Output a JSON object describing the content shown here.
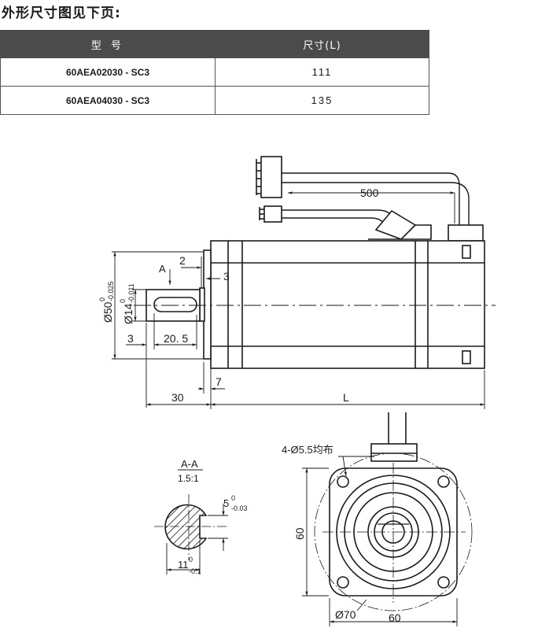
{
  "page": {
    "title": "外形尺寸图见下页:"
  },
  "table": {
    "headers": [
      "型 号",
      "尺寸(L)"
    ],
    "rows": [
      {
        "model": "60AEA02030 - SC3",
        "length": "111"
      },
      {
        "model": "60AEA04030 - SC3",
        "length": "135"
      }
    ]
  },
  "drawing": {
    "side_view": {
      "cable_length": "500",
      "dim_2": "2",
      "dim_3_top": "3",
      "section_mark": "A",
      "dim_3_bottom": "3",
      "dim_20_5": "20. 5",
      "dim_7": "7",
      "dim_30": "30",
      "dim_L": "L",
      "diameter_50": "Ø50",
      "diameter_50_upper": "0",
      "diameter_50_lower": "-0.025",
      "diameter_14": "Ø14",
      "diameter_14_upper": "0",
      "diameter_14_lower": "-0.011"
    },
    "section": {
      "title": "A-A",
      "scale": "1.5:1",
      "key_width": "5",
      "key_width_upper": "0",
      "key_width_lower": "-0.03",
      "depth": "11",
      "depth_upper": "0",
      "depth_lower": "-0.1"
    },
    "front_view": {
      "holes_note": "4-Ø5.5均布",
      "height": "60",
      "width": "60",
      "pcd": "Ø70"
    }
  }
}
